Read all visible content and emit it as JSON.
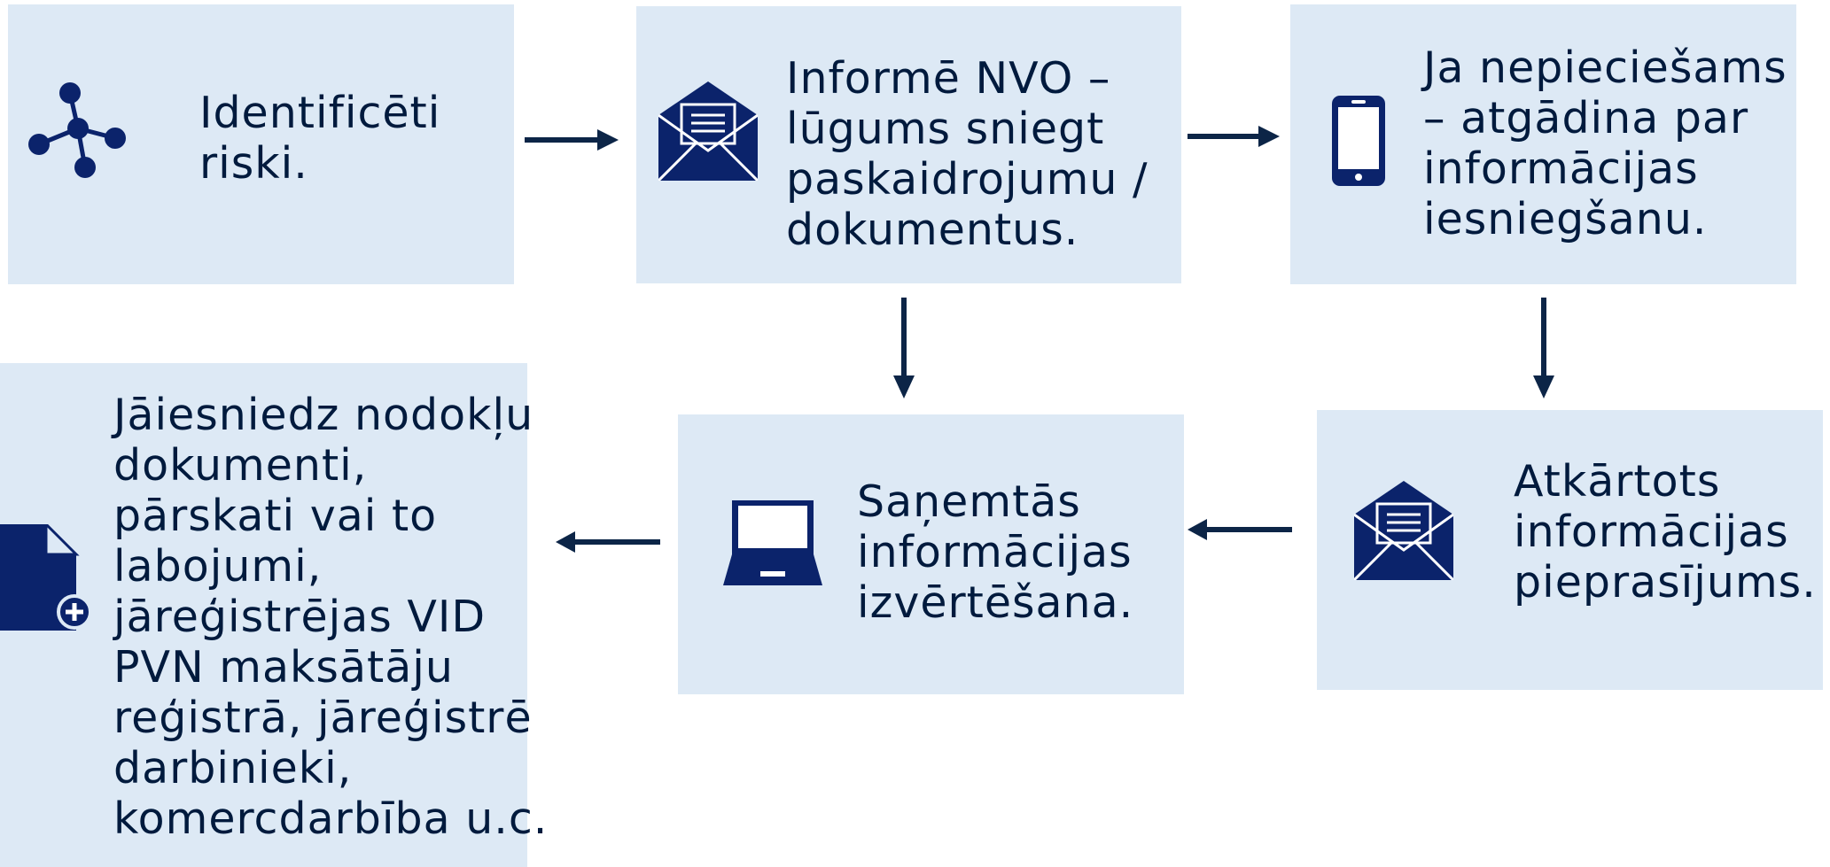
{
  "colors": {
    "box_fill": "#dde9f5",
    "icon": "#0b236b",
    "arrow": "#0c2547",
    "text": "#001a3d"
  },
  "steps": [
    {
      "id": "identified-risks",
      "text": "Identificēti\nriski.",
      "icon": "network-nodes-icon"
    },
    {
      "id": "inform-ngo",
      "text": "Informē NVO –\nlūgums sniegt\npaskaidrojumu /\ndokumentus.",
      "icon": "envelope-icon"
    },
    {
      "id": "reminder",
      "text": "Ja nepieciešams\n– atgādina par\ninformācijas\niesniegšanu.",
      "icon": "mobile-phone-icon"
    },
    {
      "id": "repeated-request",
      "text": "Atkārtots\ninformācijas\npieprasījums.",
      "icon": "envelope-icon"
    },
    {
      "id": "evaluation",
      "text": "Saņemtās\ninformācijas\nizvērtēšana.",
      "icon": "laptop-icon"
    },
    {
      "id": "outcome",
      "text": "Jāiesniedz nodokļu\ndokumenti,\npārskati vai to\nlabojumi,\njāreģistrējas VID\nPVN maksātāju\nreģistrā, jāreģistrē\ndarbinieki,\nkomercdarbība u.c.",
      "icon": "add-document-icon"
    }
  ],
  "flow": [
    [
      "identified-risks",
      "inform-ngo"
    ],
    [
      "inform-ngo",
      "reminder"
    ],
    [
      "inform-ngo",
      "evaluation"
    ],
    [
      "reminder",
      "repeated-request"
    ],
    [
      "repeated-request",
      "evaluation"
    ],
    [
      "evaluation",
      "outcome"
    ]
  ]
}
